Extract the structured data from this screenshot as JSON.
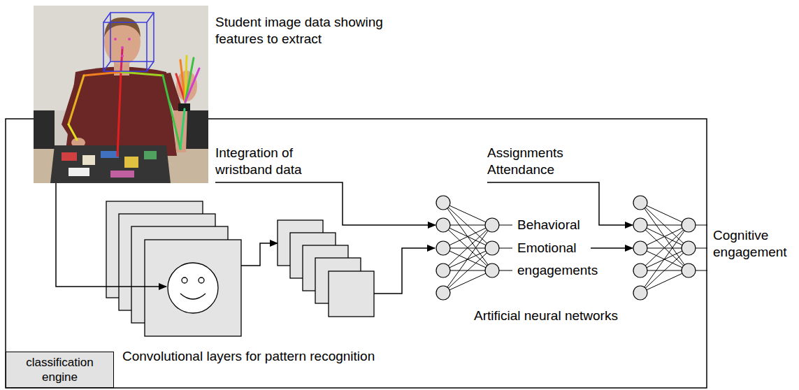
{
  "diagram": {
    "nodes": [
      {
        "text": [
          "Student image data showing features to extract"
        ]
      },
      {
        "text": [
          "Convolutional layers for pattern recognition"
        ]
      },
      {
        "text": [
          "Artificial neural networks"
        ]
      },
      {
        "text": [
          "Cognitive engagement"
        ]
      },
      {
        "text": [
          "classification engine"
        ]
      }
    ],
    "edges": [
      {
        "from": 0,
        "to": 1,
        "arrow": "to"
      },
      {
        "from": 1,
        "to": 2,
        "arrow": "to"
      },
      {
        "from": 2,
        "to": 3,
        "arrow": "to"
      }
    ],
    "labels": [
      "Integration of wristband data",
      "Assignments Attendance",
      "Behavioral",
      "Emotional",
      "engagements"
    ]
  }
}
